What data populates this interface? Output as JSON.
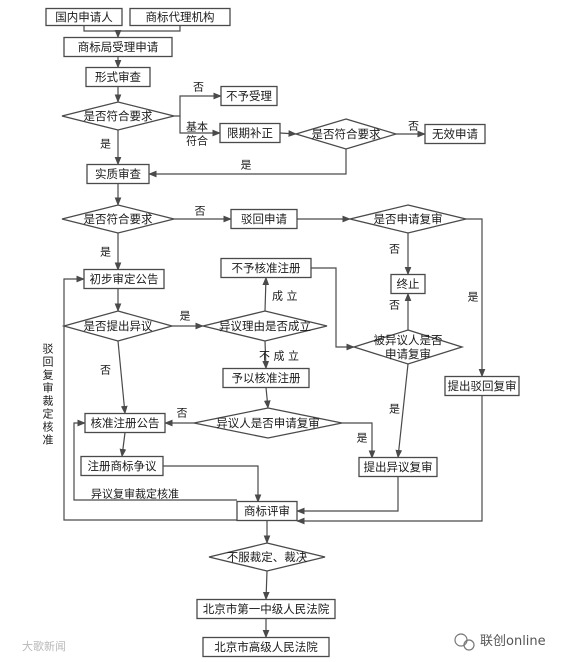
{
  "nodes": {
    "domestic_applicant": "国内申请人",
    "agency": "商标代理机构",
    "office_accept": "商标局受理申请",
    "formal_exam": "形式审查",
    "meets_req_1": "是否符合要求",
    "not_accepted": "不予受理",
    "deadline_correction": "限期补正",
    "meets_req_2": "是否符合要求",
    "invalid_application": "无效申请",
    "substantive_exam": "实质审查",
    "meets_req_3": "是否符合要求",
    "rejected": "驳回申请",
    "apply_review_q": "是否申请复审",
    "prelim_announce": "初步审定公告",
    "not_approve_reg": "不予核准注册",
    "terminate": "终止",
    "opposition_q": "是否提出异议",
    "opposition_grounds_q": "异议理由是否成立",
    "opposed_party_review_q_1": "被异议人是否",
    "opposed_party_review_q_2": "申请复审",
    "approve_reg": "予以核准注册",
    "submit_rejection_review": "提出驳回复审",
    "approve_reg_announce": "核准注册公告",
    "opponent_review_q": "异议人是否申请复审",
    "registered_dispute": "注册商标争议",
    "submit_opposition_review": "提出异议复审",
    "review_board": "商标评审",
    "disagree_ruling": "不服裁定、裁决",
    "court_1": "北京市第一中级人民法院",
    "court_2": "北京市高级人民法院"
  },
  "edge_labels": {
    "no": "否",
    "yes": "是",
    "basic_1": "基本",
    "basic_2": "符合",
    "holds": "成 立",
    "not_holds": "不 成 立",
    "opposition_review_approve": "异议复审裁定核准",
    "rejection_review_approve": "驳回复审裁定核准"
  },
  "watermark": {
    "left": "大歌新闻",
    "right": "联创online"
  }
}
